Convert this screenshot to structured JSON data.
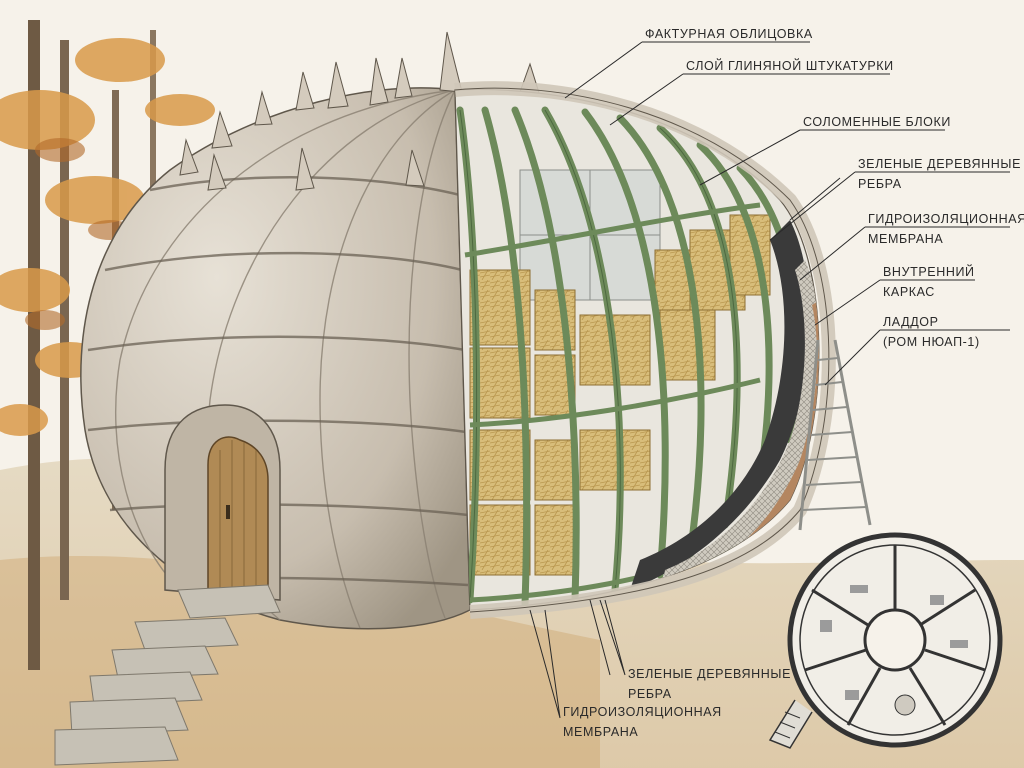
{
  "labels": {
    "facing": "ФАКТУРНАЯ ОБЛИЦОВКА",
    "clay": "СЛОЙ ГЛИНЯНОЙ ШТУКАТУРКИ",
    "straw": "СОЛОМЕННЫЕ БЛОКИ",
    "ribs_top_1": "ЗЕЛЕНЫЕ ДЕРЕВЯННЫЕ",
    "ribs_top_2": "РЕБРА",
    "membrane_top_1": "ГИДРОИЗОЛЯЦИОННАЯ",
    "membrane_top_2": "МЕМБРАНА",
    "frame_1": "ВНУТРЕННИЙ",
    "frame_2": "КАРКАС",
    "ladder_1": "ЛАДДОР",
    "ladder_2": "(РОМ НЮАП-1)",
    "ribs_bottom_1": "ЗЕЛЕНЫЕ ДЕРЕВЯННЫЕ",
    "ribs_bottom_2": "РЕБРА",
    "membrane_bottom_1": "ГИДРОИЗОЛЯЦИОННАЯ",
    "membrane_bottom_2": "МЕМБРАНА"
  },
  "colors": {
    "background": "#f6f2ea",
    "shell": "#cbc2b4",
    "shell_dark": "#8a8072",
    "green_rib": "#6d8a5a",
    "straw": "#d8bd7a",
    "clay": "#b48660",
    "membrane": "#3a3a3a",
    "foliage": "#d99a4a"
  },
  "icons": [
    "dome-building-icon",
    "floor-plan-icon",
    "ladder-icon",
    "tree-icon",
    "door-icon"
  ]
}
